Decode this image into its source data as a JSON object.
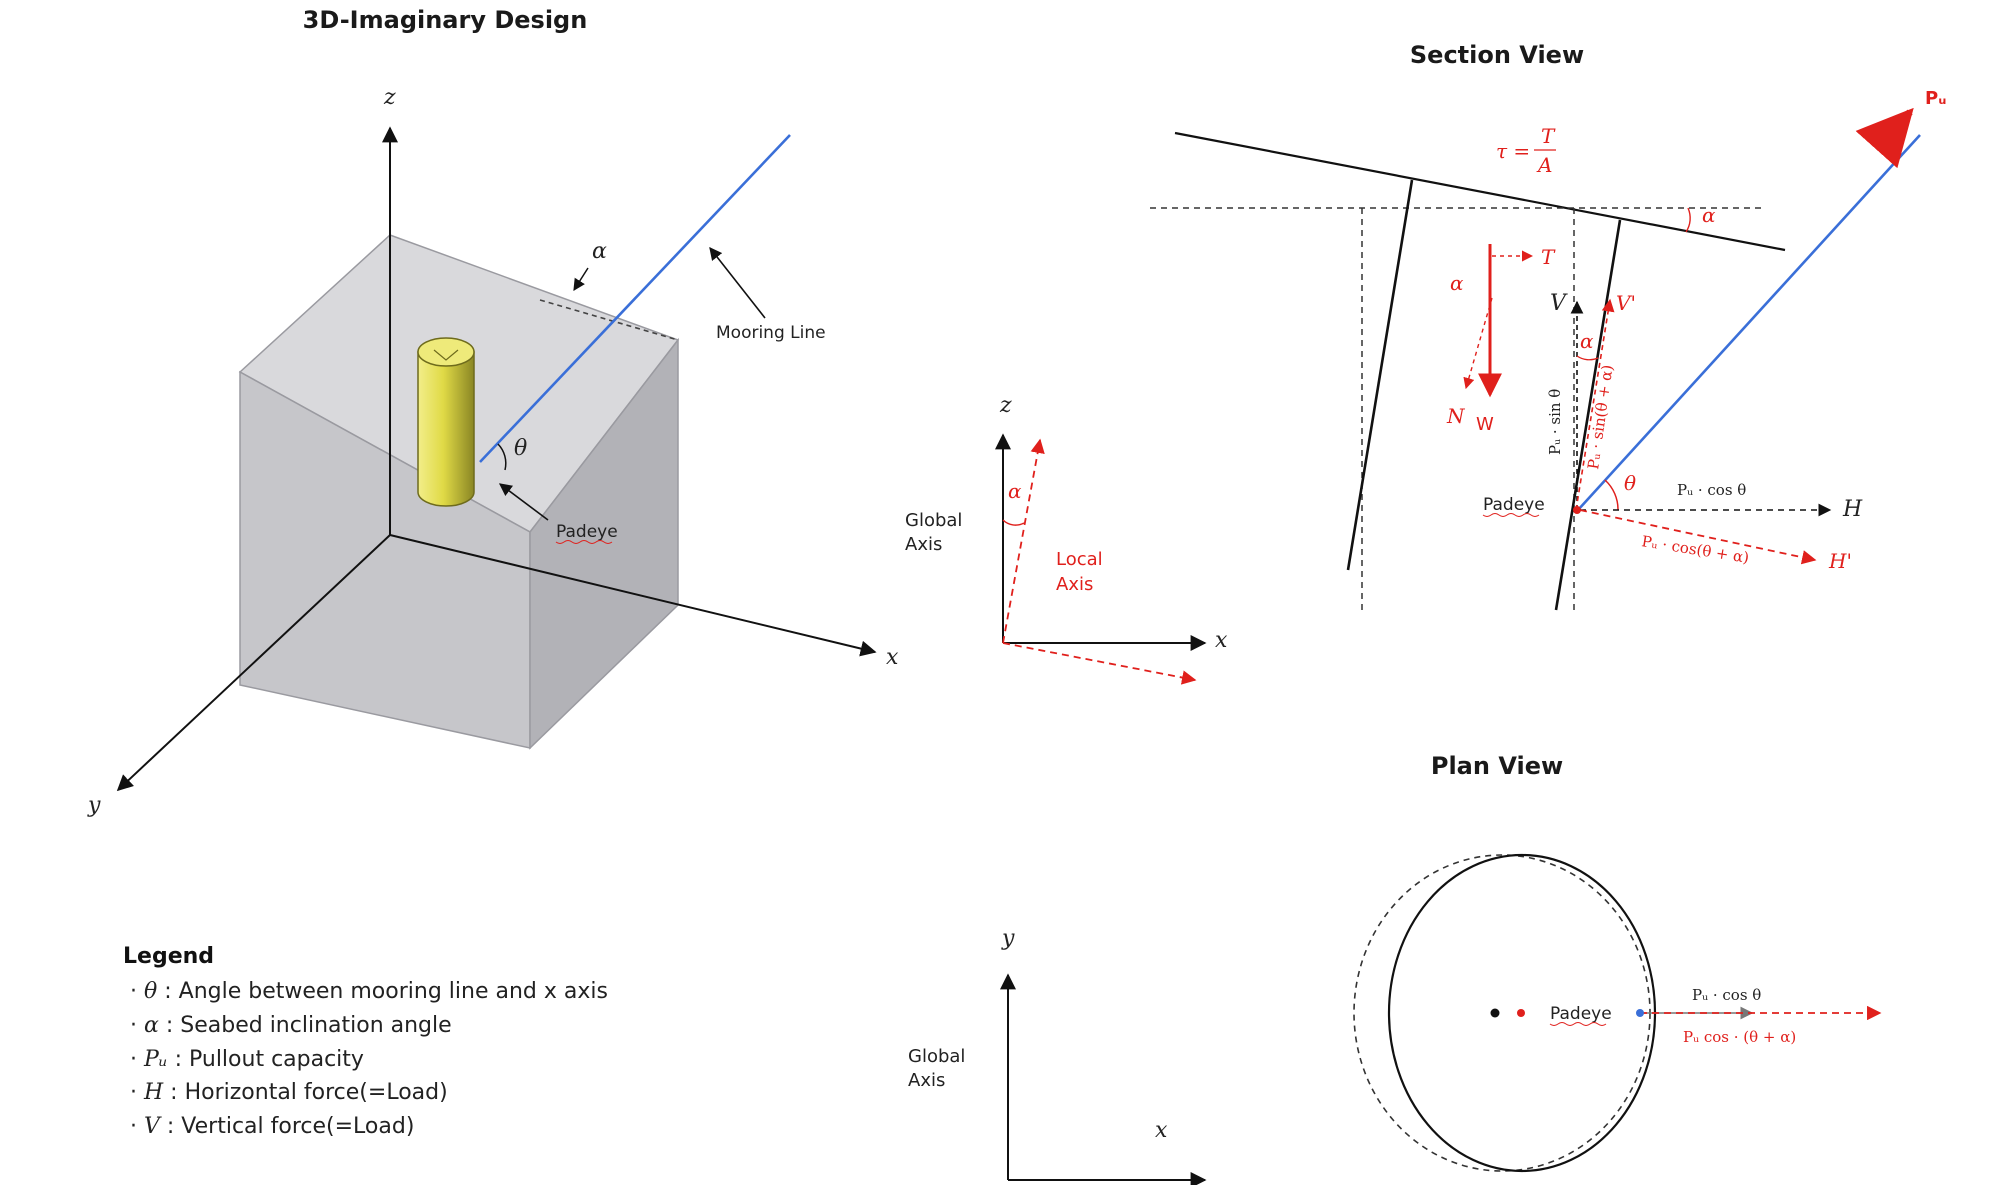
{
  "titles": {
    "design3d": "3D-Imaginary Design",
    "section": "Section View",
    "plan": "Plan View"
  },
  "design3d": {
    "axis_z": "z",
    "axis_x": "x",
    "axis_y": "y",
    "alpha": "α",
    "theta": "θ",
    "mooring_line": "Mooring Line",
    "padeye": "Padeye"
  },
  "axes_section": {
    "z": "z",
    "x": "x",
    "alpha": "α",
    "global_line1": "Global",
    "global_line2": "Axis",
    "local_line1": "Local",
    "local_line2": "Axis"
  },
  "section": {
    "pu": "Pᵤ",
    "tau_lhs": "τ =",
    "tau_num": "T",
    "tau_den": "A",
    "alpha_top": "α",
    "T": "T",
    "alpha_w": "α",
    "N": "N",
    "W": "W",
    "V": "V",
    "V_prime": "V'",
    "pu_sin": "Pᵤ · sin θ",
    "pu_sin_alpha": "Pᵤ · sin(θ + α)",
    "alpha_mid": "α",
    "theta": "θ",
    "padeye": "Padeye",
    "pu_cos": "Pᵤ · cos θ",
    "H": "H",
    "pu_cos_alpha": "Pᵤ · cos(θ + α)",
    "H_prime": "H'"
  },
  "plan_axes": {
    "y": "y",
    "x": "x",
    "global_line1": "Global",
    "global_line2": "Axis"
  },
  "plan": {
    "padeye": "Padeye",
    "pu_cos": "Pᵤ · cos θ",
    "pu_cos_alpha": "Pᵤ cos · (θ + α)"
  },
  "legend": {
    "title": "Legend",
    "items": [
      {
        "symbol": "θ",
        "text": " : Angle between mooring line and x axis"
      },
      {
        "symbol": "α",
        "text": " : Seabed inclination angle"
      },
      {
        "symbol": "Pᵤ",
        "text": " : Pullout capacity"
      },
      {
        "symbol": "H",
        "text": " : Horizontal force(=Load)"
      },
      {
        "symbol": "V",
        "text": " : Vertical force(=Load)"
      }
    ]
  },
  "colors": {
    "mooring": "#3a6fd8",
    "red": "#e0201c",
    "box_front": "#c9c9cc",
    "cylinder": "#d7d23c"
  }
}
